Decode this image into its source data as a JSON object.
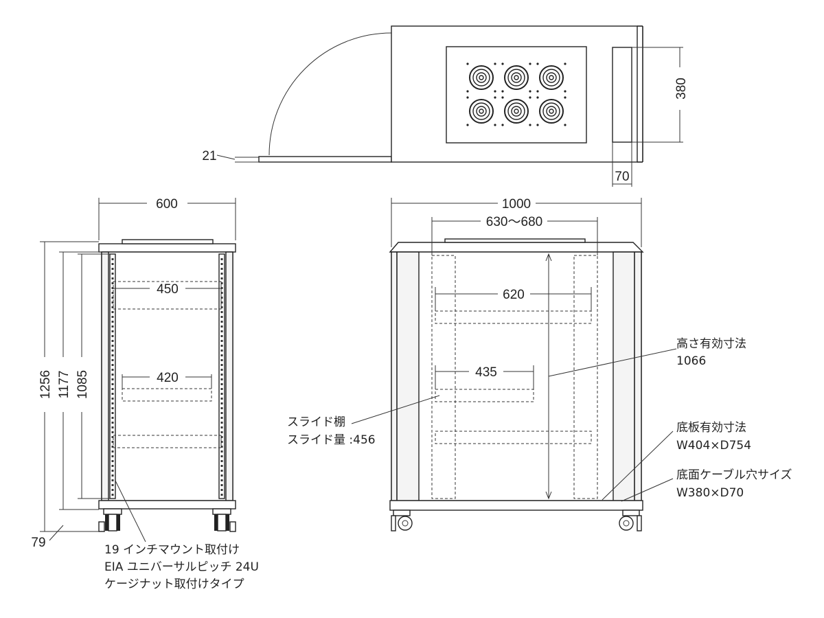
{
  "top_view": {
    "dims": {
      "depth_front_gap": "21",
      "handle_height": "380",
      "handle_width": "70"
    }
  },
  "front_view": {
    "dims": {
      "width": "600",
      "inner_width_top": "450",
      "inner_width_mid": "420",
      "height_total": "1256",
      "height_body": "1177",
      "height_inner": "1085",
      "base_height": "79"
    },
    "notes": {
      "mount_line1": "19 インチマウント取付け",
      "mount_line2": "EIA ユニバーサルピッチ 24U",
      "mount_line3": "ケージナット取付けタイプ"
    }
  },
  "side_view": {
    "dims": {
      "depth": "1000",
      "rail_range": "630〜680",
      "shelf_depth_top": "620",
      "shelf_depth_mid": "435"
    },
    "notes": {
      "effective_height_label": "高さ有効寸法",
      "effective_height_value": "1066",
      "shelf_label": "スライド棚",
      "shelf_slide": "スライド量 :456",
      "bottom_plate_label": "底板有効寸法",
      "bottom_plate_value": "W404×D754",
      "cable_hole_label": "底面ケーブル穴サイズ",
      "cable_hole_value": "W380×D70"
    }
  }
}
